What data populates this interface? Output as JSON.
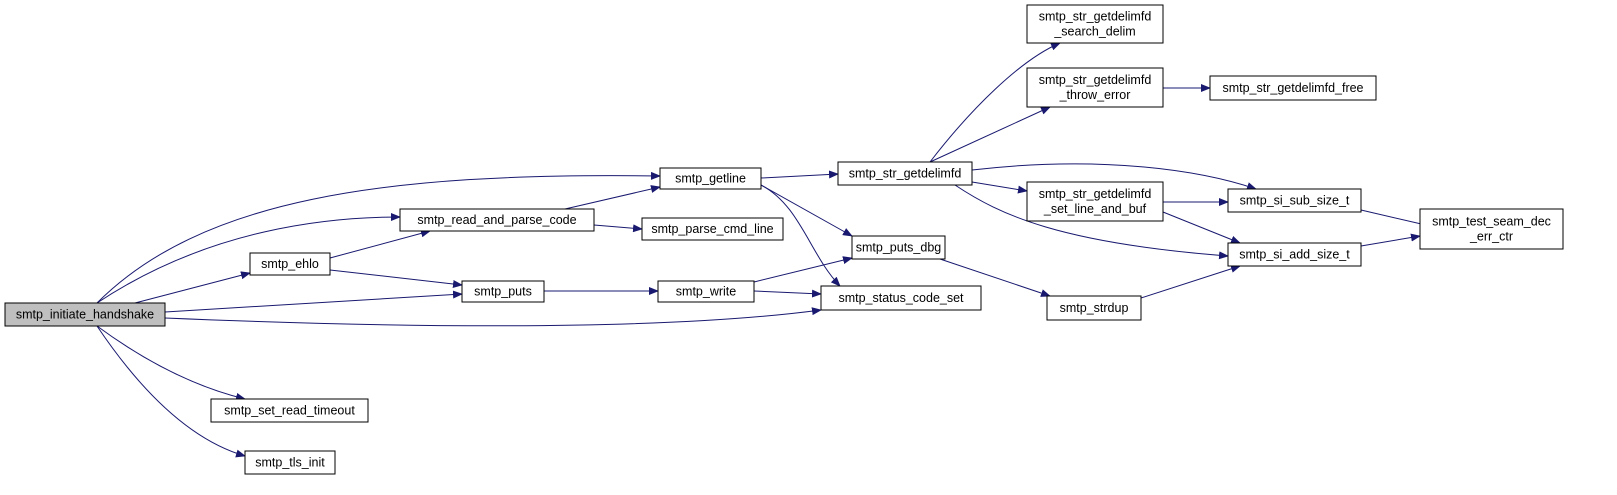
{
  "colors": {
    "edge": "#191970",
    "node_fill": "#ffffff",
    "root_fill": "#bfbfbf",
    "border": "#000000"
  },
  "nodes": [
    {
      "id": "handshake",
      "lines": [
        "smtp_initiate_handshake"
      ],
      "root": true
    },
    {
      "id": "getline",
      "lines": [
        "smtp_getline"
      ]
    },
    {
      "id": "read_parse",
      "lines": [
        "smtp_read_and_parse_code"
      ]
    },
    {
      "id": "ehlo",
      "lines": [
        "smtp_ehlo"
      ]
    },
    {
      "id": "puts",
      "lines": [
        "smtp_puts"
      ]
    },
    {
      "id": "status_set",
      "lines": [
        "smtp_status_code_set"
      ]
    },
    {
      "id": "read_timeout",
      "lines": [
        "smtp_set_read_timeout"
      ]
    },
    {
      "id": "tls_init",
      "lines": [
        "smtp_tls_init"
      ]
    },
    {
      "id": "getdelimfd",
      "lines": [
        "smtp_str_getdelimfd"
      ]
    },
    {
      "id": "parse_cmd",
      "lines": [
        "smtp_parse_cmd_line"
      ]
    },
    {
      "id": "write",
      "lines": [
        "smtp_write"
      ]
    },
    {
      "id": "puts_dbg",
      "lines": [
        "smtp_puts_dbg"
      ]
    },
    {
      "id": "search_delim",
      "lines": [
        "smtp_str_getdelimfd",
        "_search_delim"
      ]
    },
    {
      "id": "throw_error",
      "lines": [
        "smtp_str_getdelimfd",
        "_throw_error"
      ]
    },
    {
      "id": "set_line_buf",
      "lines": [
        "smtp_str_getdelimfd",
        "_set_line_and_buf"
      ]
    },
    {
      "id": "strdup",
      "lines": [
        "smtp_strdup"
      ]
    },
    {
      "id": "delim_free",
      "lines": [
        "smtp_str_getdelimfd_free"
      ]
    },
    {
      "id": "sub_size",
      "lines": [
        "smtp_si_sub_size_t"
      ]
    },
    {
      "id": "add_size",
      "lines": [
        "smtp_si_add_size_t"
      ]
    },
    {
      "id": "seam_dec",
      "lines": [
        "smtp_test_seam_dec",
        "_err_ctr"
      ]
    }
  ],
  "edges": [
    [
      "handshake",
      "getline"
    ],
    [
      "handshake",
      "read_parse"
    ],
    [
      "handshake",
      "ehlo"
    ],
    [
      "handshake",
      "puts"
    ],
    [
      "handshake",
      "status_set"
    ],
    [
      "handshake",
      "read_timeout"
    ],
    [
      "handshake",
      "tls_init"
    ],
    [
      "read_parse",
      "getline"
    ],
    [
      "read_parse",
      "parse_cmd"
    ],
    [
      "ehlo",
      "read_parse"
    ],
    [
      "ehlo",
      "puts"
    ],
    [
      "puts",
      "write"
    ],
    [
      "getline",
      "getdelimfd"
    ],
    [
      "getline",
      "puts_dbg"
    ],
    [
      "getline",
      "status_set"
    ],
    [
      "write",
      "puts_dbg"
    ],
    [
      "write",
      "status_set"
    ],
    [
      "getdelimfd",
      "search_delim"
    ],
    [
      "getdelimfd",
      "throw_error"
    ],
    [
      "getdelimfd",
      "set_line_buf"
    ],
    [
      "getdelimfd",
      "sub_size"
    ],
    [
      "getdelimfd",
      "add_size"
    ],
    [
      "puts_dbg",
      "strdup"
    ],
    [
      "throw_error",
      "delim_free"
    ],
    [
      "set_line_buf",
      "sub_size"
    ],
    [
      "set_line_buf",
      "add_size"
    ],
    [
      "strdup",
      "add_size"
    ],
    [
      "sub_size",
      "seam_dec"
    ],
    [
      "add_size",
      "seam_dec"
    ]
  ]
}
